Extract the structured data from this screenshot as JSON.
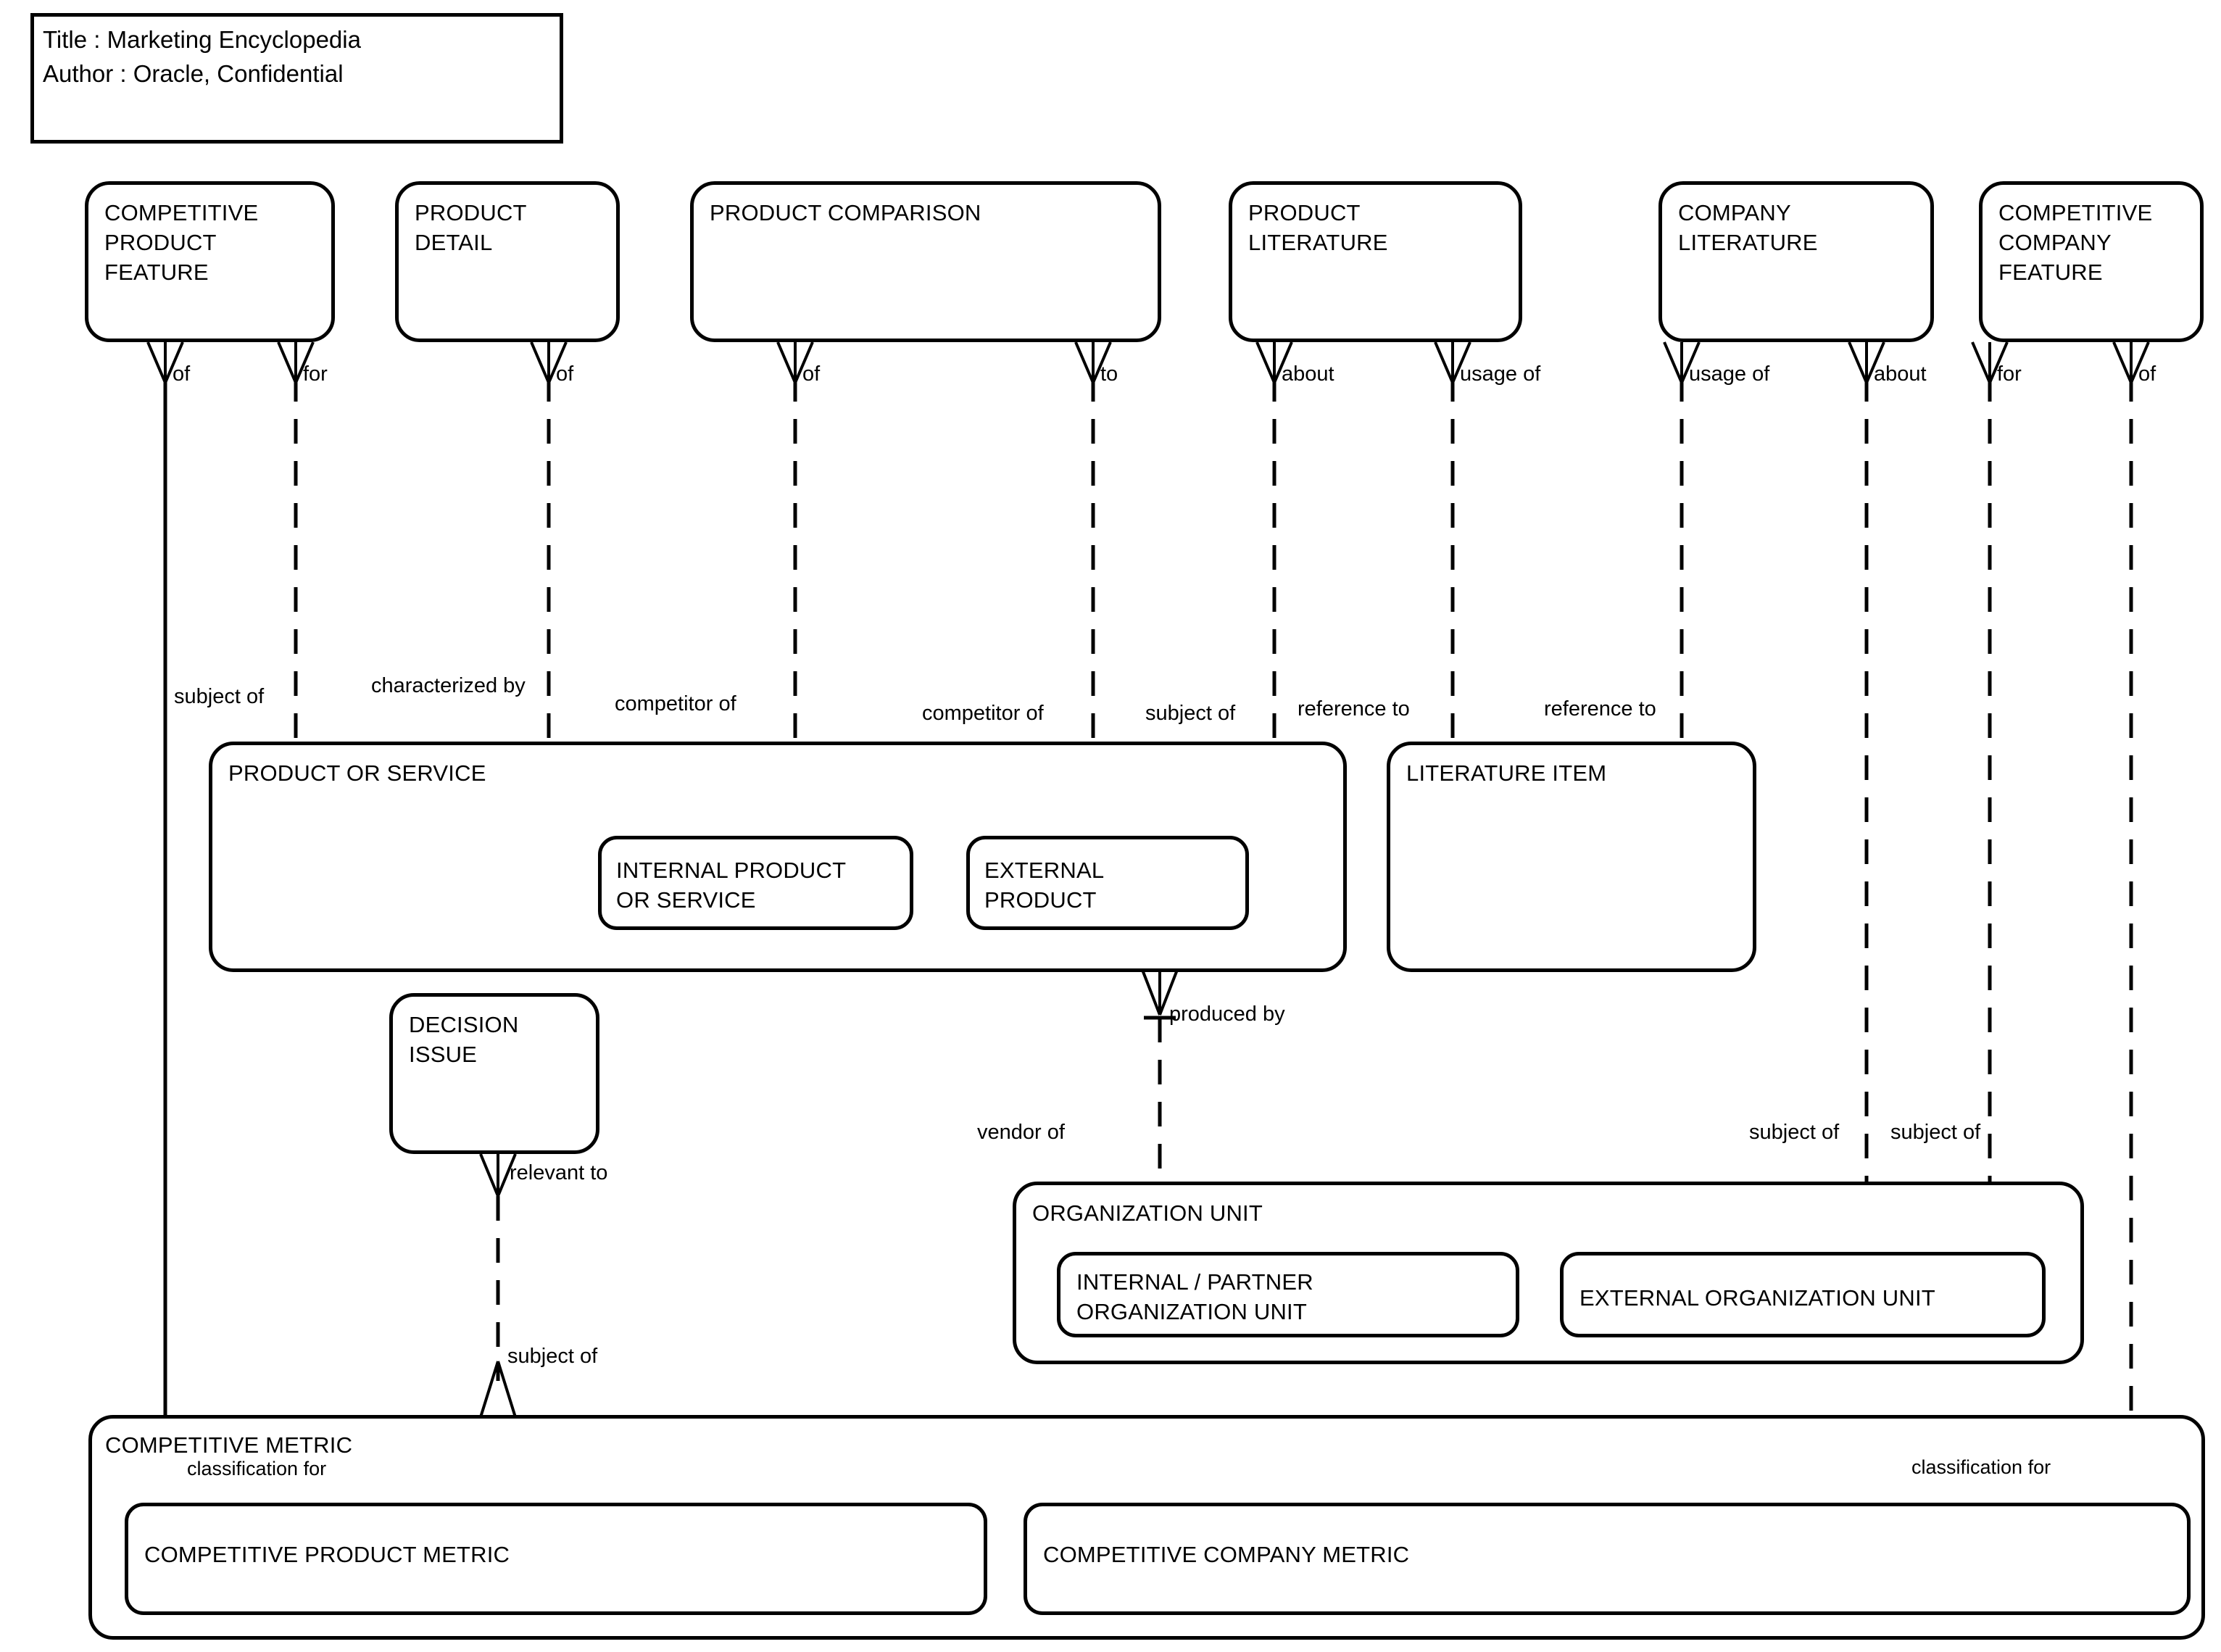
{
  "diagram": {
    "title_block": {
      "line1": "Title : Marketing Encyclopedia",
      "line2": "Author : Oracle, Confidential",
      "text": "Title : Marketing Encyclopedia\nAuthor : Oracle, Confidential"
    },
    "entities": [
      {
        "id": "competitive-product-feature",
        "name": "COMPETITIVE\nPRODUCT\nFEATURE"
      },
      {
        "id": "product-detail",
        "name": "PRODUCT\nDETAIL"
      },
      {
        "id": "product-comparison",
        "name": "PRODUCT COMPARISON"
      },
      {
        "id": "product-literature",
        "name": "PRODUCT\nLITERATURE"
      },
      {
        "id": "company-literature",
        "name": "COMPANY\nLITERATURE"
      },
      {
        "id": "competitive-company-feature",
        "name": "COMPETITIVE\nCOMPANY\nFEATURE"
      },
      {
        "id": "product-or-service",
        "name": "PRODUCT OR SERVICE"
      },
      {
        "id": "internal-product-or-service",
        "name": "INTERNAL PRODUCT\nOR SERVICE"
      },
      {
        "id": "external-product",
        "name": "EXTERNAL\nPRODUCT"
      },
      {
        "id": "literature-item",
        "name": "LITERATURE ITEM"
      },
      {
        "id": "decision-issue",
        "name": "DECISION\nISSUE"
      },
      {
        "id": "organization-unit",
        "name": "ORGANIZATION UNIT"
      },
      {
        "id": "internal-partner-organization-unit",
        "name": "INTERNAL / PARTNER\nORGANIZATION UNIT"
      },
      {
        "id": "external-organization-unit",
        "name": "EXTERNAL ORGANIZATION UNIT"
      },
      {
        "id": "competitive-metric",
        "name": "COMPETITIVE METRIC"
      },
      {
        "id": "competitive-product-metric",
        "name": "COMPETITIVE PRODUCT METRIC"
      },
      {
        "id": "competitive-company-metric",
        "name": "COMPETITIVE COMPANY METRIC"
      }
    ],
    "relationship_labels": {
      "cpf_of": "of",
      "cpf_for": "for",
      "pd_of": "of",
      "pc_of": "of",
      "pc_to": "to",
      "pl_about": "about",
      "pl_usage_of": "usage of",
      "cl_usage_of": "usage of",
      "cl_about": "about",
      "ccf_for": "for",
      "ccf_of": "of",
      "subject_of_1": "subject of",
      "characterized_by": "characterized by",
      "competitor_of_1": "competitor of",
      "competitor_of_2": "competitor of",
      "subject_of_2": "subject of",
      "reference_to_1": "reference to",
      "reference_to_2": "reference to",
      "produced_by": "produced by",
      "vendor_of": "vendor of",
      "relevant_to": "relevant to",
      "subject_of_3": "subject of",
      "subject_of_4": "subject of",
      "subject_of_5": "subject of",
      "classification_for_1": "classification for",
      "classification_for_2": "classification for"
    },
    "style": {
      "stroke": "#000000",
      "background": "#ffffff"
    }
  }
}
